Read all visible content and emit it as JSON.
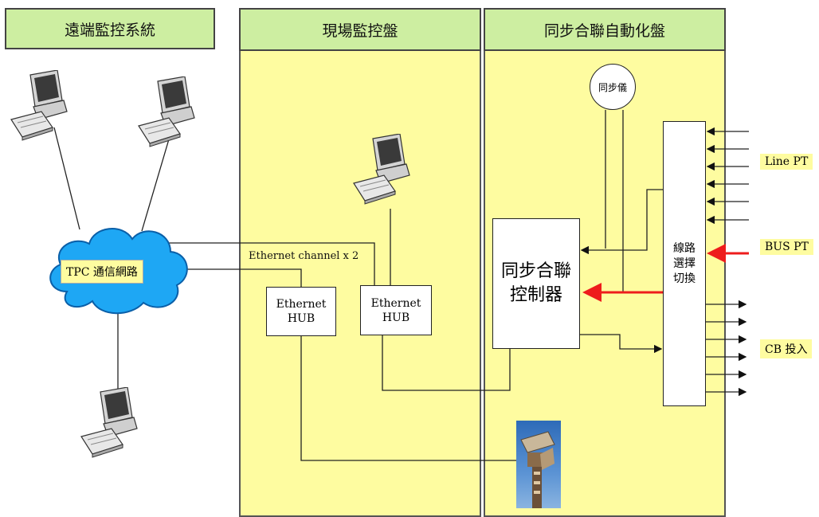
{
  "headers": {
    "remote": "遠端監控系統",
    "field": "現場監控盤",
    "sync": "同步合聯自動化盤"
  },
  "network": {
    "cloud_label": "TPC 通信網路"
  },
  "ethernet_channel_label": "Ethernet channel x 2",
  "hub1": {
    "line1": "Ethernet",
    "line2": "HUB"
  },
  "hub2": {
    "line1": "Ethernet",
    "line2": "HUB"
  },
  "sync_meter_label": "同步儀",
  "controller": {
    "line1": "同步合聯",
    "line2": "控制器"
  },
  "line_selector": {
    "line1": "線路",
    "line2": "選擇",
    "line3": "切換"
  },
  "side_labels": {
    "line_pt": "Line PT",
    "bus_pt": "BUS PT",
    "cb": "CB 投入"
  },
  "colors": {
    "header_bg": "#cdeea1",
    "panel_bg": "#fefca0",
    "cloud": "#1ea7f4",
    "signal_arrow": "#ee1c1c"
  },
  "icons": [
    "computer-icon",
    "cloud-icon",
    "camera-image"
  ]
}
